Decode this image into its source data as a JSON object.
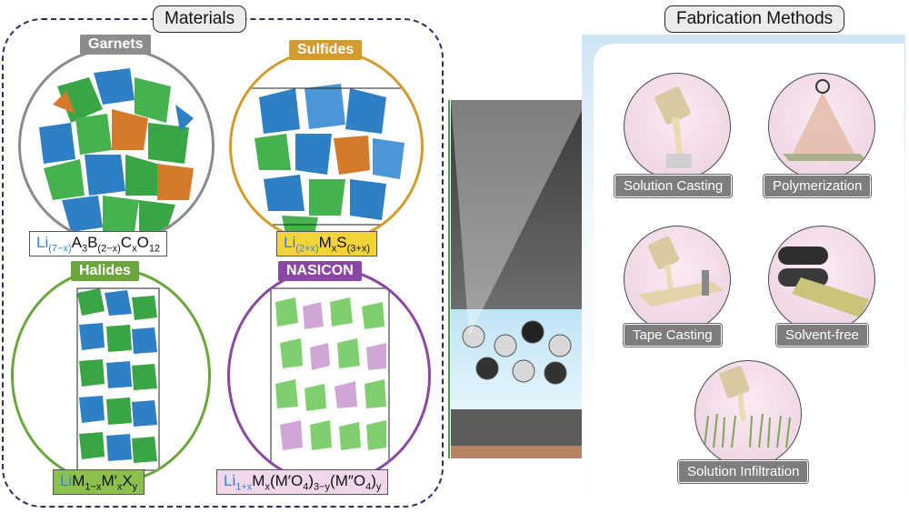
{
  "sections": {
    "materials_title": "Materials",
    "fabrication_title": "Fabrication Methods"
  },
  "materials": {
    "garnets": {
      "tag": "Garnets",
      "tag_color": "#8c8c8c",
      "ring_color": "#8a8a8a",
      "formula": {
        "li": "Li",
        "li_sub": "(7−x)",
        "p1": "A",
        "s1": "3",
        "p2": "B",
        "s2": "(2−x)",
        "p3": "C",
        "s3": "x",
        "p4": "O",
        "s4": "12"
      }
    },
    "sulfides": {
      "tag": "Sulfides",
      "tag_color": "#d39a2c",
      "ring_color": "#d39a2c",
      "formula_bg": "#f3d33a",
      "formula": {
        "li": "Li",
        "li_sub": "(2+x)",
        "p1": "M",
        "s1": "x",
        "p2": "S",
        "s2": "(3+x)"
      }
    },
    "halides": {
      "tag": "Halides",
      "tag_color": "#6aa63c",
      "ring_color": "#6aa63c",
      "formula_bg": "#8cc04c",
      "formula": {
        "li": "Li",
        "p1": "M",
        "s1": "1−x",
        "p2": "M′",
        "s2": "x",
        "p3": "X",
        "s3": "y"
      }
    },
    "nasicon": {
      "tag": "NASICON",
      "tag_color": "#8a47a3",
      "ring_color": "#8a47a3",
      "formula_bg": "#f1d7ec",
      "formula": {
        "li": "Li",
        "li_sub": "1+x",
        "p1": "M",
        "s1": "x",
        "p2": "(M′O",
        "s2": "4",
        "p3": ")",
        "s3": "3−y",
        "p4": "(M″O",
        "s4": "4",
        "p5": ")",
        "s5": "y"
      }
    }
  },
  "fabrication": {
    "methods": [
      {
        "label": "Solution Casting"
      },
      {
        "label": "Polymerization"
      },
      {
        "label": "Tape Casting"
      },
      {
        "label": "Solvent-free"
      },
      {
        "label": "Solution Infiltration"
      }
    ]
  },
  "colors": {
    "frame_dash": "#2b2f66",
    "panel_blue": "#cfe5f4",
    "label_gray": "#7d7d7d"
  }
}
